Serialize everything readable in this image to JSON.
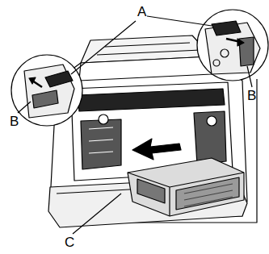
{
  "diagram": {
    "labels": [
      "A",
      "B",
      "B",
      "C"
    ]
  }
}
